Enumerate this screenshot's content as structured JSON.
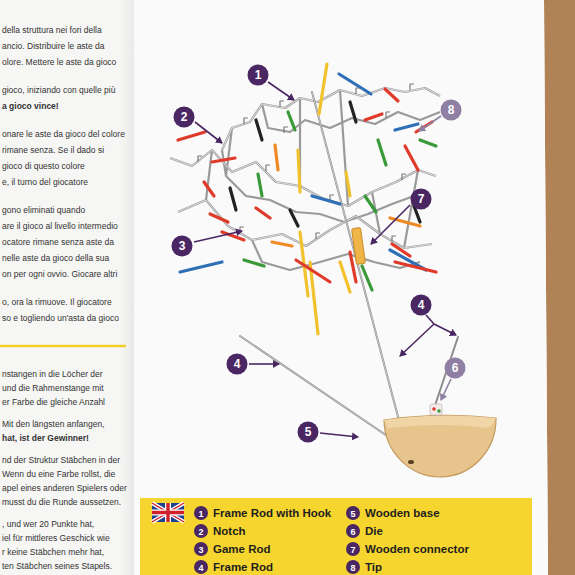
{
  "diagram": {
    "labels": [
      "della struttura nei fori della",
      "ancio. Distribuire le aste da",
      "olore.  Mettere le aste da gioco",
      "gioco, iniziando con quelle più",
      "a gioco vince!",
      "onare le aste da gioco del colore",
      "rimane senza.  Se il dado si",
      "gioco di questo colore",
      "e, il turno del giocatore",
      "gono eliminati quando",
      "are il gioco al livello intermedio",
      "ocatore rimane senza aste da",
      "nelle aste da gioco della sua",
      "on per ogni ovvio. Giocare altri",
      "o, ora la rimuove. Il giocatore",
      "so e togliendo un'asta da gioco",
      "nstangen in die Löcher der",
      "und die Rahmenstange mit",
      "er Farbe die gleiche Anzahl",
      "Mit den längsten anfangen,",
      "hat, ist der Gewinner!",
      "nd der Struktur Stäbchen in der",
      "Wenn du eine Farbe rollst, die",
      "apel eines anderen Spielers oder",
      "musst du die Runde aussetzen.",
      ", und wer 20 Punkte hat,",
      "iel für mittleres Geschick wie",
      "r keine Stäbchen mehr hat,",
      "ten Stäbchen seines Stapels.",
      "1",
      "2",
      "3",
      "4",
      "4",
      "5",
      "6",
      "7",
      "8",
      "1",
      "2",
      "3",
      "4",
      "5",
      "6",
      "7",
      "8"
    ],
    "legend": [
      {
        "text": "Frame Rod with Hook"
      },
      {
        "text": "Notch"
      },
      {
        "text": "Game Rod"
      },
      {
        "text": "Frame Rod"
      },
      {
        "text": "Wooden base"
      },
      {
        "text": "Die"
      },
      {
        "text": "Wooden connector"
      },
      {
        "text": "Tip"
      }
    ]
  }
}
